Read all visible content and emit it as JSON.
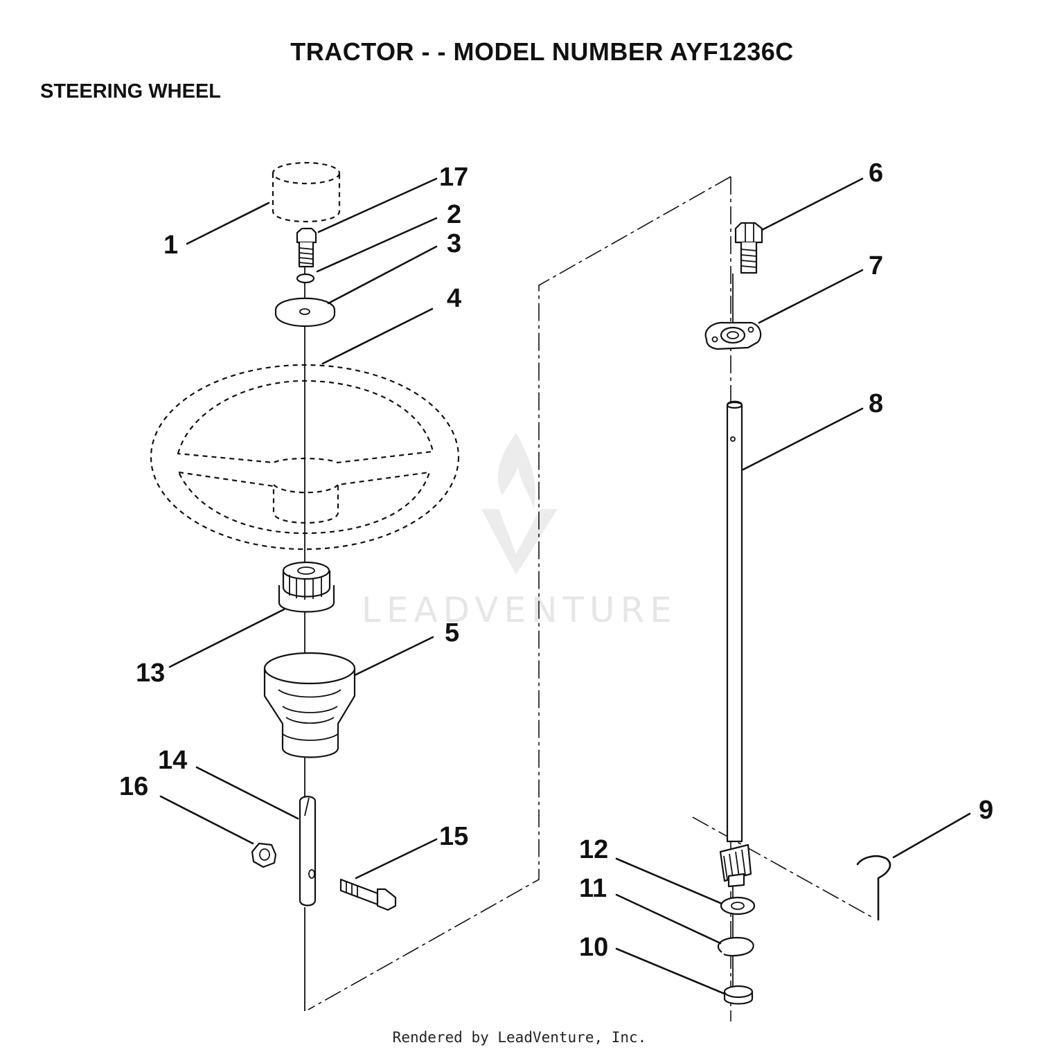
{
  "header": {
    "title": "TRACTOR - - MODEL NUMBER AYF1236C",
    "section": "STEERING WHEEL"
  },
  "watermark": {
    "text": "LEADVENTURE"
  },
  "footer": {
    "text": "Rendered by LeadVenture, Inc."
  },
  "callouts": {
    "c1": "1",
    "c2": "2",
    "c3": "3",
    "c4": "4",
    "c5": "5",
    "c6": "6",
    "c7": "7",
    "c8": "8",
    "c9": "9",
    "c10": "10",
    "c11": "11",
    "c12": "12",
    "c13": "13",
    "c14": "14",
    "c15": "15",
    "c16": "16",
    "c17": "17"
  }
}
